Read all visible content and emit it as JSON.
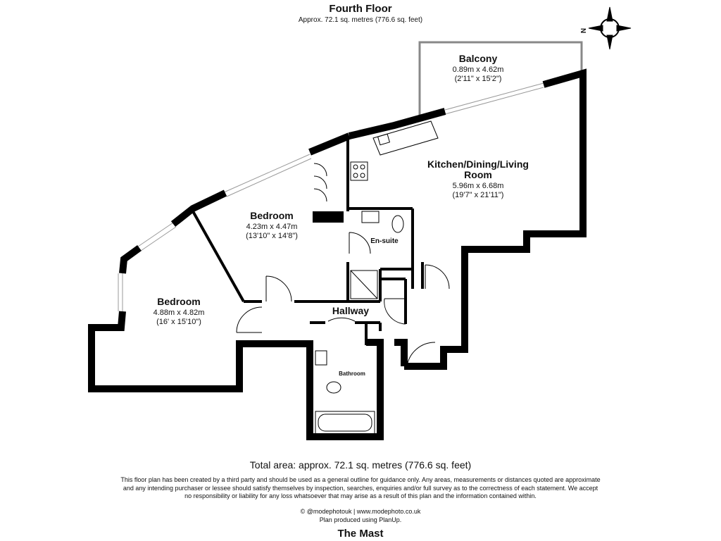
{
  "floor": {
    "title": "Fourth Floor",
    "area": "Approx. 72.1 sq. metres (776.6 sq. feet)"
  },
  "compass": {
    "label": "N"
  },
  "rooms": {
    "balcony": {
      "name": "Balcony",
      "metric": "0.89m x 4.62m",
      "imperial": "(2'11\" x 15'2\")"
    },
    "kitchen": {
      "name_line1": "Kitchen/Dining/Living",
      "name_line2": "Room",
      "metric": "5.96m x 6.68m",
      "imperial": "(19'7\" x 21'11\")"
    },
    "bedroom1": {
      "name": "Bedroom",
      "metric": "4.23m x 4.47m",
      "imperial": "(13'10\" x 14'8\")"
    },
    "ensuite": {
      "name": "En-suite"
    },
    "bedroom2": {
      "name": "Bedroom",
      "metric": "4.88m x 4.82m",
      "imperial": "(16' x 15'10\")"
    },
    "hallway": {
      "name": "Hallway"
    },
    "bathroom": {
      "name": "Bathroom"
    }
  },
  "footer": {
    "total": "Total area: approx. 72.1 sq. metres (776.6 sq. feet)",
    "disclaimer": "This floor plan has been created by a third party and should be used as a general outline for guidance only. Any areas, measurements or distances quoted are approximate and any intending purchaser or lessee should satisfy themselves by inspection, searches, enquiries and/or full survey as to the correctness of each statement. We accept no responsibility or liability for any loss whatsoever that may arise as a result of this plan and the information contained within.",
    "credit_line1": "© @modephotouk | www.modephoto.co.uk",
    "credit_line2": "Plan produced using PlanUp.",
    "property": "The Mast"
  }
}
